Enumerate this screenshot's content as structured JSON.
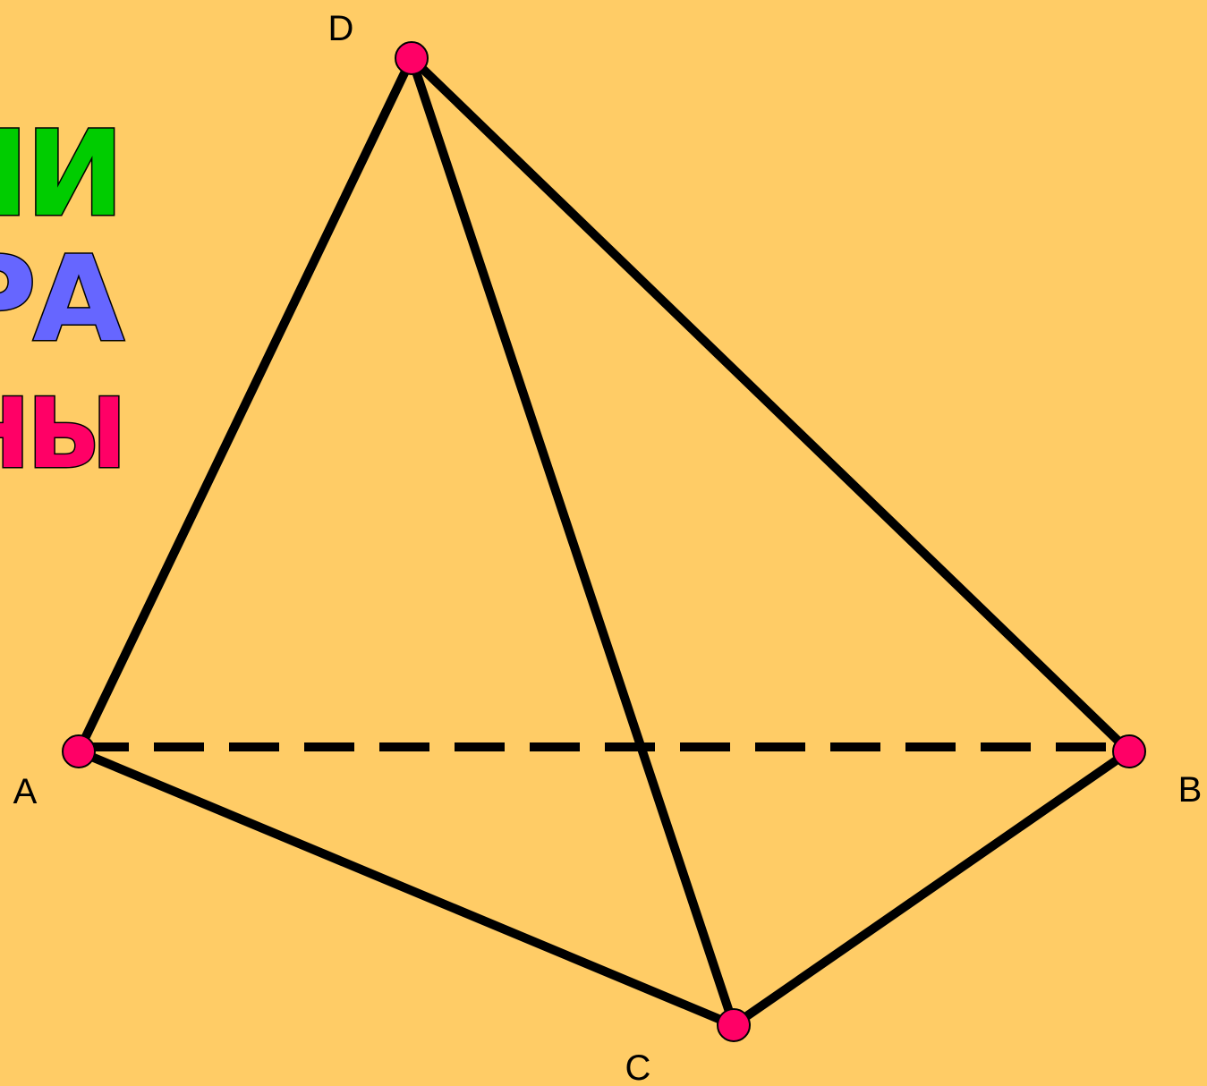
{
  "words": [
    {
      "text": "НИ",
      "color": "#00CC00"
    },
    {
      "text": "РА",
      "color": "#6666FF"
    },
    {
      "text": "ИНЫ",
      "color": "#FF0066"
    }
  ],
  "vertices": {
    "A": {
      "label": "A"
    },
    "B": {
      "label": "B"
    },
    "C": {
      "label": "C"
    },
    "D": {
      "label": "D"
    }
  },
  "colors": {
    "background": "#FFCC66",
    "edge": "#000000",
    "vertex": "#FF0066"
  }
}
